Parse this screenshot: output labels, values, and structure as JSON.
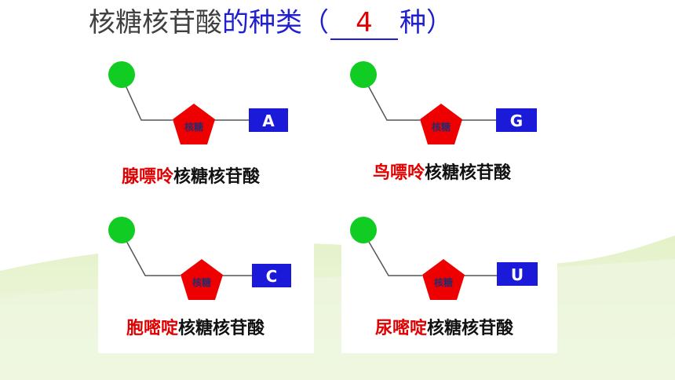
{
  "title": {
    "part1": "核糖核苷酸",
    "part2": "的种类（",
    "blank_value": "4",
    "part3": "种）"
  },
  "nucleotides": [
    {
      "sugar": "核糖",
      "base": "A",
      "name_colored": "腺嘌呤",
      "name_rest": "核糖核苷酸"
    },
    {
      "sugar": "核糖",
      "base": "G",
      "name_colored": "鸟嘌呤",
      "name_rest": "核糖核苷酸"
    },
    {
      "sugar": "核糖",
      "base": "C",
      "name_colored": "胞嘧啶",
      "name_rest": "核糖核苷酸"
    },
    {
      "sugar": "核糖",
      "base": "U",
      "name_colored": "尿嘧啶",
      "name_rest": "核糖核苷酸"
    }
  ],
  "colors": {
    "phosphate": "#11cc22",
    "sugar": "#ee0000",
    "base": "#1a1ad8",
    "highlight_text": "#e00000",
    "title_blue": "#1f1fd0"
  }
}
